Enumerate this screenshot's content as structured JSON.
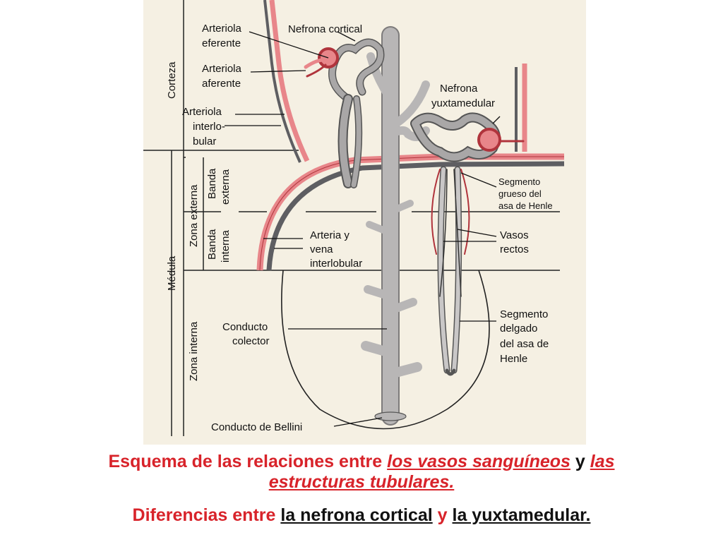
{
  "diagram": {
    "zones": {
      "corteza": "Corteza",
      "medula": "Médula",
      "zona_externa": "Zona externa",
      "zona_interna": "Zona interna",
      "banda_externa": [
        "Banda",
        "externa"
      ],
      "banda_interna": [
        "Banda",
        "interna"
      ]
    },
    "labels": {
      "arteriola_eferente": [
        "Arteriola",
        "eferente"
      ],
      "nefrona_cortical": "Nefrona cortical",
      "arteriola_aferente": [
        "Arteriola",
        "aferente"
      ],
      "arteriola_interlobular": [
        "Arteriola",
        "interlo-",
        "bular"
      ],
      "nefrona_yuxtamedular": [
        "Nefrona",
        "yuxtamedular"
      ],
      "segmento_grueso": [
        "Segmento",
        "grueso del",
        "asa de Henle"
      ],
      "vasos_rectos": [
        "Vasos",
        "rectos"
      ],
      "arteria_vena": [
        "Arteria y",
        "vena",
        "interlobular"
      ],
      "conducto_colector": [
        "Conducto",
        "colector"
      ],
      "segmento_delgado": [
        "Segmento",
        "delgado",
        "del asa de",
        "Henle"
      ],
      "conducto_bellini": "Conducto de Bellini"
    }
  },
  "caption": {
    "line1_a": "Esquema de las relaciones entre ",
    "line1_b": "los vasos sanguíneos",
    "line1_c": " y ",
    "line1_d": "las",
    "line2": "estructuras tubulares.",
    "line3_a": "Diferencias entre ",
    "line3_b": "la nefrona cortical",
    "line3_c": " y ",
    "line3_d": "la yuxtamedular."
  },
  "colors": {
    "background": "#f5f0e3",
    "vessel_red": "#e8868a",
    "vessel_red_dark": "#b0343c",
    "vein_gray": "#5e5e62",
    "duct_gray": "#b8b6b6",
    "caption_red": "#d8232a"
  }
}
